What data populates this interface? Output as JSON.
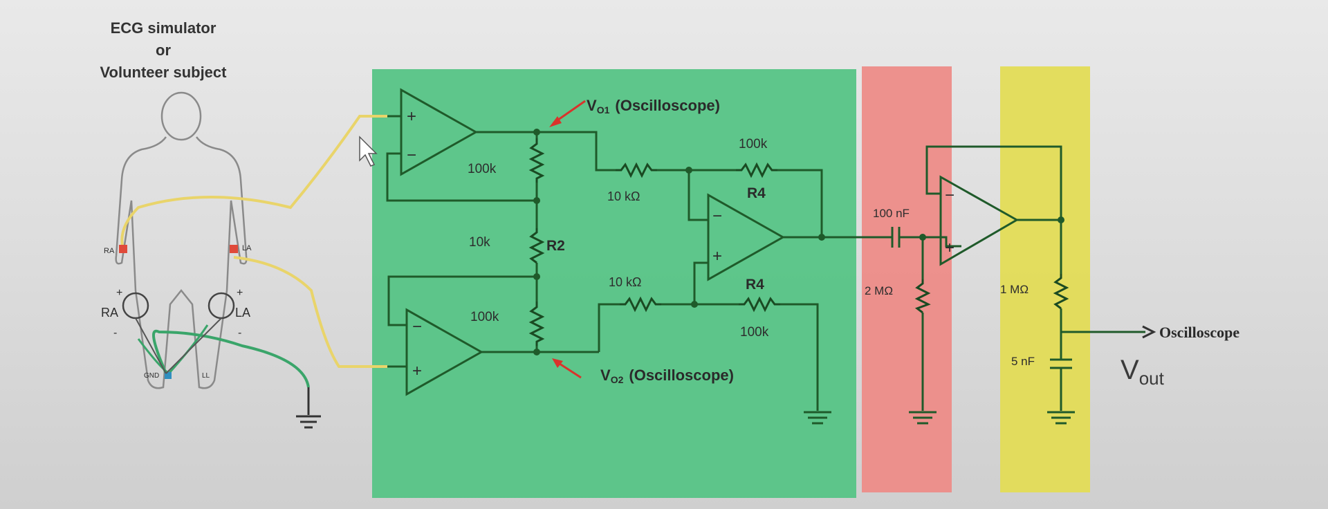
{
  "source": {
    "title_line1": "ECG simulator",
    "title_line2": "or",
    "title_line3": "Volunteer subject",
    "ra_tag": "RA",
    "la_tag": "LA",
    "gnd_tag": "GND",
    "ll_tag": "LL",
    "ra_label": "RA",
    "la_label": "LA",
    "plus": "+",
    "minus": "-"
  },
  "amp_stage": {
    "vo1_main": "V",
    "vo1_sub": "O1",
    "vo1_suffix": "(Oscilloscope)",
    "vo2_main": "V",
    "vo2_sub": "O2",
    "vo2_suffix": "(Oscilloscope)",
    "r_top": "100k",
    "r_mid": "10k",
    "r_mid_name": "R2",
    "r_bot": "100k",
    "r_in_top": "10 kΩ",
    "r_in_bot": "10 kΩ",
    "r_fb_top_val": "100k",
    "r_fb_top_name": "R4",
    "r_fb_bot_name": "R4",
    "r_fb_bot_val": "100k",
    "plus": "+",
    "minus": "−"
  },
  "highpass": {
    "cap": "100 nF",
    "res": "2 MΩ"
  },
  "lowpass": {
    "res": "1 MΩ",
    "cap": "5 nF",
    "out_label": "Oscilloscope",
    "vout_main": "V",
    "vout_sub": "out"
  },
  "colors": {
    "green_block": "#52c383",
    "red_block": "#ee8a86",
    "yellow_block": "#e3dc52",
    "yellow_lead": "#e9d46a",
    "green_lead": "#3aa56a",
    "arrow": "#d9332b"
  }
}
